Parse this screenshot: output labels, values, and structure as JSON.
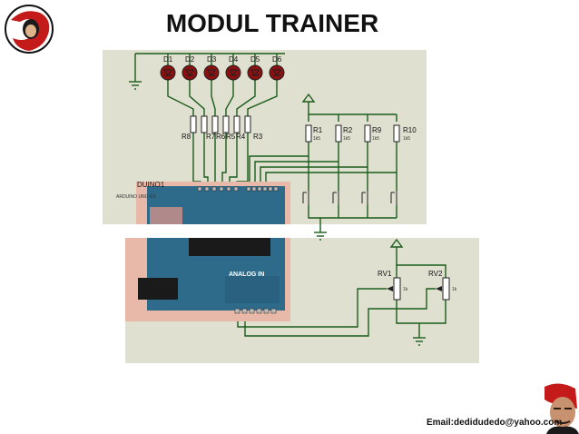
{
  "slide": {
    "title": "MODUL TRAINER",
    "email": "Email:dedidudedo@yahoo.com"
  },
  "schematic": {
    "leds": [
      "D1",
      "D2",
      "D3",
      "D4",
      "D5",
      "D6"
    ],
    "led_resistors": [
      "R8",
      "R7",
      "R6",
      "R5",
      "R4",
      "R3"
    ],
    "button_resistors": [
      {
        "name": "R1",
        "value": "1k5"
      },
      {
        "name": "R2",
        "value": "1k5"
      },
      {
        "name": "R9",
        "value": "1k5"
      },
      {
        "name": "R10",
        "value": "1k5"
      }
    ],
    "board_ref": "DUINO1",
    "board_name": "ARDUINO UNO R3",
    "analog_label": "ANALOG IN",
    "potentiometers": [
      {
        "name": "RV1",
        "value": "1k"
      },
      {
        "name": "RV2",
        "value": "1k"
      }
    ]
  },
  "colors": {
    "wire": "#1a5c1a",
    "panel": "#dfe0d0",
    "board": "#2e6b8a",
    "led": "#8b1010",
    "header": "#e8b8a8"
  }
}
